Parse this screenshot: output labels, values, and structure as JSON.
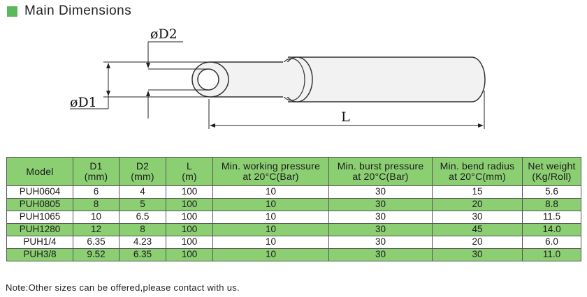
{
  "section": {
    "title": "Main Dimensions",
    "accent_color": "#5cb85c"
  },
  "diagram": {
    "label_d2": "øD2",
    "label_d1": "øD1",
    "label_l": "L"
  },
  "table": {
    "header_color": "#8ccf73",
    "columns": [
      {
        "l1": "Model",
        "l2": ""
      },
      {
        "l1": "D1",
        "l2": "(mm)"
      },
      {
        "l1": "D2",
        "l2": "(mm)"
      },
      {
        "l1": "L",
        "l2": "(m)"
      },
      {
        "l1": "Min. working pressure",
        "l2": "at 20°C(Bar)"
      },
      {
        "l1": "Min. burst pressure",
        "l2": "at 20°C(Bar)"
      },
      {
        "l1": "Min. bend radius",
        "l2": "at 20°C(mm)"
      },
      {
        "l1": "Net weight",
        "l2": "(Kg/Roll)"
      }
    ],
    "rows": [
      [
        "PUH0604",
        "6",
        "4",
        "100",
        "10",
        "30",
        "15",
        "5.6"
      ],
      [
        "PUH0805",
        "8",
        "5",
        "100",
        "10",
        "30",
        "20",
        "8.8"
      ],
      [
        "PUH1065",
        "10",
        "6.5",
        "100",
        "10",
        "30",
        "30",
        "11.5"
      ],
      [
        "PUH1280",
        "12",
        "8",
        "100",
        "10",
        "30",
        "45",
        "14.0"
      ],
      [
        "PUH1/4",
        "6.35",
        "4.23",
        "100",
        "10",
        "30",
        "20",
        "6.0"
      ],
      [
        "PUH3/8",
        "9.52",
        "6.35",
        "100",
        "10",
        "30",
        "30",
        "11.0"
      ]
    ]
  },
  "note": "Note:Other sizes can be offered,please contact with us."
}
